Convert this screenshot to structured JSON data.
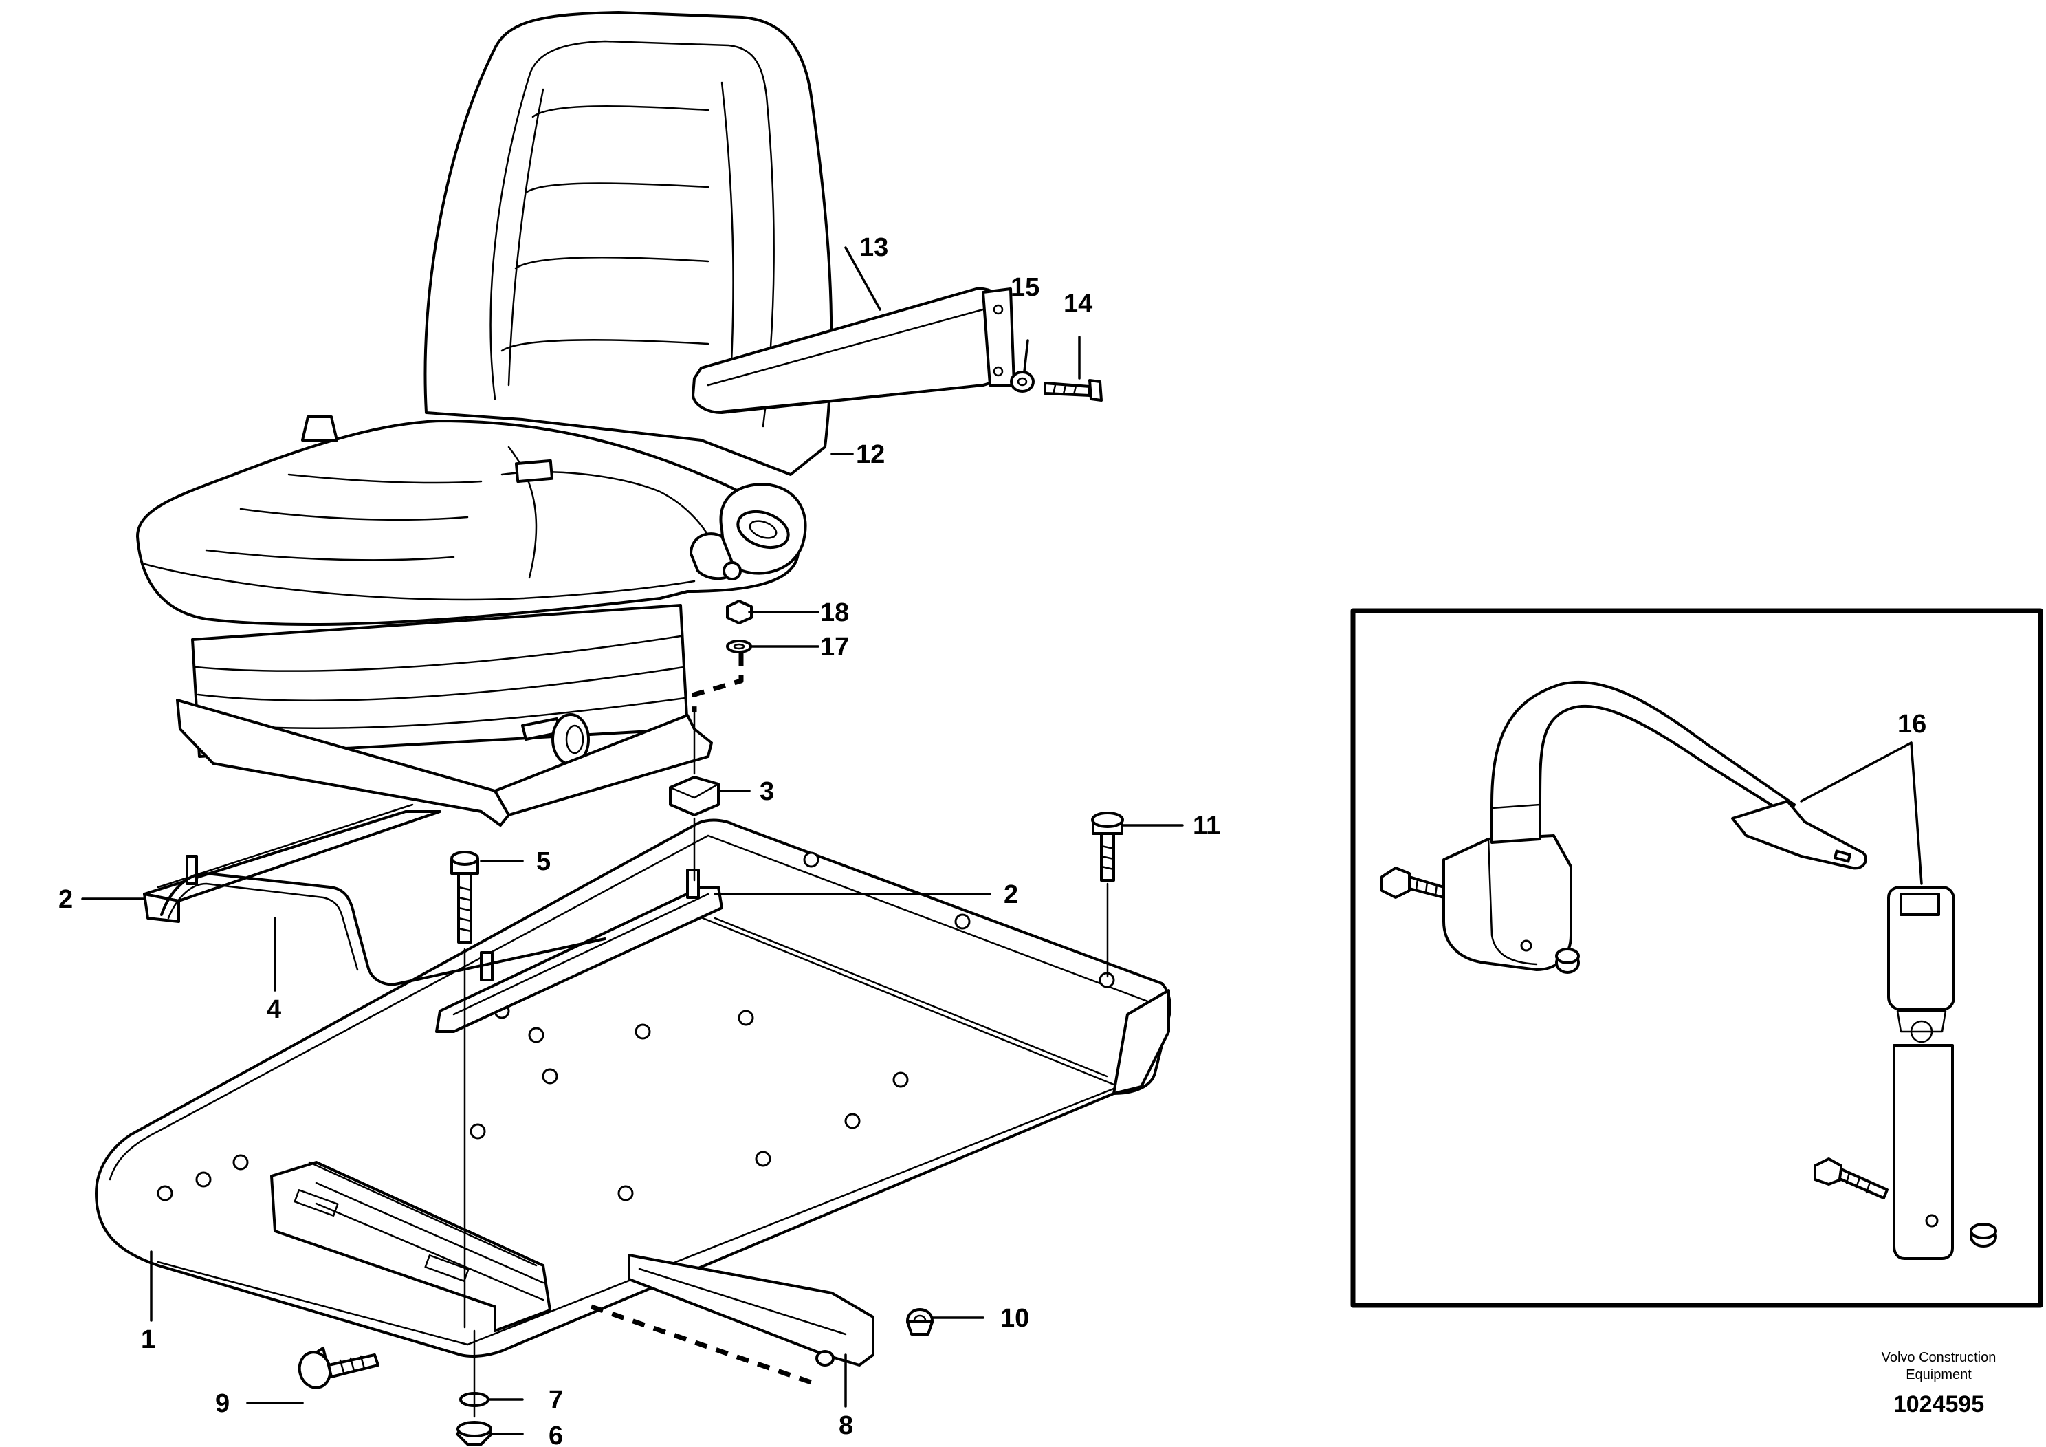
{
  "diagram": {
    "callouts": {
      "c1": "1",
      "c2a": "2",
      "c2b": "2",
      "c3": "3",
      "c4": "4",
      "c5": "5",
      "c6": "6",
      "c7": "7",
      "c8": "8",
      "c9": "9",
      "c10": "10",
      "c11": "11",
      "c12": "12",
      "c13": "13",
      "c14": "14",
      "c15": "15",
      "c16": "16",
      "c17": "17",
      "c18": "18"
    },
    "footer": {
      "company_line1": "Volvo Construction",
      "company_line2": "Equipment",
      "drawing_number": "1024595"
    }
  }
}
